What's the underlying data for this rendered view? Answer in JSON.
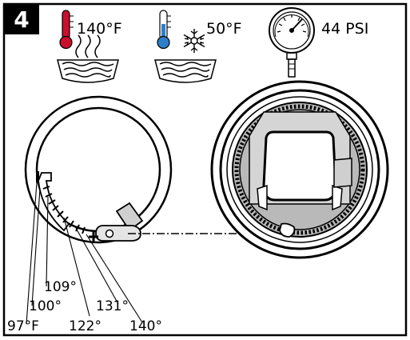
{
  "step": {
    "number": "4"
  },
  "conditions": {
    "hot_water": {
      "temperature": "140°F",
      "icon": "thermometer-hot-icon"
    },
    "cold_water": {
      "temperature": "50°F",
      "icon": "thermometer-cold-icon"
    },
    "pressure": {
      "value": "44 PSI",
      "icon": "pressure-gauge-icon"
    }
  },
  "dial_labels": {
    "t97": "97°F",
    "t100": "100°",
    "t109": "109°",
    "t122": "122°",
    "t131": "131°",
    "t140": "140°"
  },
  "colors": {
    "hot": "#c8102e",
    "cold": "#2e7fc8",
    "outline": "#000000",
    "shade": "#b9b9b9"
  }
}
